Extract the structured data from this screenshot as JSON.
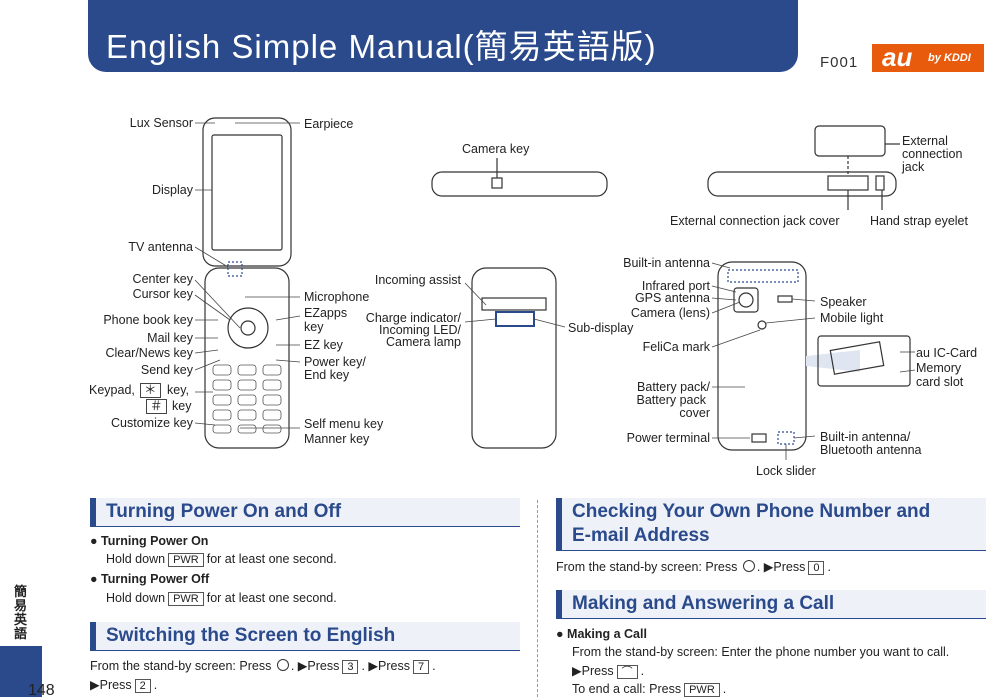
{
  "header": {
    "title": "English Simple Manual(簡易英語版)",
    "model": "F001",
    "brand_main": "au",
    "brand_sub": "by KDDI"
  },
  "side": {
    "label": "簡易英語",
    "page_number": "148"
  },
  "diagram": {
    "front_labels": [
      "Lux Sensor",
      "Earpiece",
      "Display",
      "TV antenna",
      "Center key",
      "Cursor key",
      "Microphone",
      "Phone book key",
      "EZapps",
      "key",
      "Mail key",
      "EZ key",
      "Clear/News key",
      "Power key/",
      "End key",
      "Send key",
      "Keypad,",
      "key,",
      "key",
      "Self menu key",
      "Customize key",
      "Manner key"
    ],
    "side_labels": [
      "Camera key",
      "External",
      "connection",
      "jack",
      "External connection jack cover",
      "Hand strap eyelet"
    ],
    "back_labels": [
      "Incoming assist",
      "Charge indicator/",
      "Incoming LED/",
      "Camera lamp",
      "Sub-display",
      "Built-in antenna",
      "Infrared port",
      "GPS antenna",
      "Camera (lens)",
      "Speaker",
      "Mobile light",
      "FeliCa mark",
      "au IC-Card",
      "Memory",
      "card slot",
      "Battery pack/",
      "Battery pack",
      "cover",
      "Power terminal",
      "Built-in antenna/",
      "Bluetooth antenna",
      "Lock slider"
    ],
    "keypad_symbols": [
      "＊",
      "＃"
    ]
  },
  "sections": {
    "power": {
      "title": "Turning Power On and Off",
      "on_title": "Turning Power On",
      "on_text_a": "Hold down",
      "on_text_b": "for at least one second.",
      "off_title": "Turning Power Off",
      "off_text_a": "Hold down",
      "off_text_b": "for at least one second.",
      "key_power": "PWR"
    },
    "english": {
      "title": "Switching the Screen to English",
      "line1_a": "From the stand-by screen: Press",
      "press": "Press",
      "k3": "3",
      "k7": "7",
      "k2": "2"
    },
    "number": {
      "title_1": "Checking Your Own Phone Number and",
      "title_2": "E-mail Address",
      "text_a": "From the stand-by screen: Press",
      "press": "Press",
      "k0": "0"
    },
    "call": {
      "title": "Making and Answering a Call",
      "sub_title": "Making a Call",
      "text_1": "From the stand-by screen: Enter the phone number you want to call.",
      "press": "Press",
      "end_text": "To end a call: Press"
    }
  }
}
